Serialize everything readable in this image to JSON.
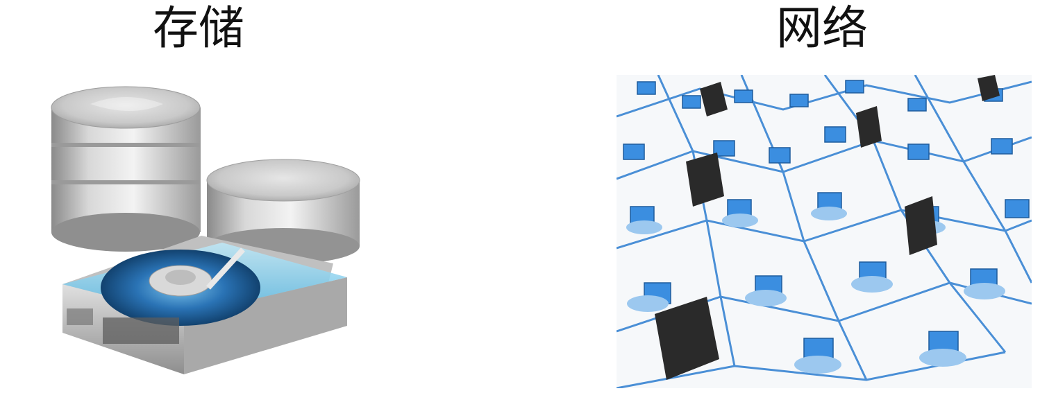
{
  "sections": {
    "storage": {
      "title": "存储",
      "image_icon": "storage-database-harddisk-icon"
    },
    "network": {
      "title": "网络",
      "image_icon": "computer-network-illustration"
    }
  },
  "colors": {
    "disk_blue": "#2f7ec4",
    "disk_glass": "#8fd3ef",
    "network_line": "#4a8fd6",
    "server": "#2a2a2a"
  }
}
